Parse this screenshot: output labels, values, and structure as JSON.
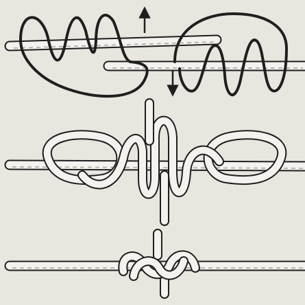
{
  "figure": {
    "subject": "",
    "colors": {
      "background": "#e9e6e0",
      "ink": "#1f1f1f",
      "rope_fill": "#f4f2ee",
      "shading": "#b9b5ae"
    },
    "steps": [
      {
        "id": "step-1",
        "icons": [
          "arrow-up-icon",
          "arrow-down-icon"
        ]
      },
      {
        "id": "step-2",
        "icons": []
      },
      {
        "id": "step-3",
        "icons": []
      }
    ]
  }
}
